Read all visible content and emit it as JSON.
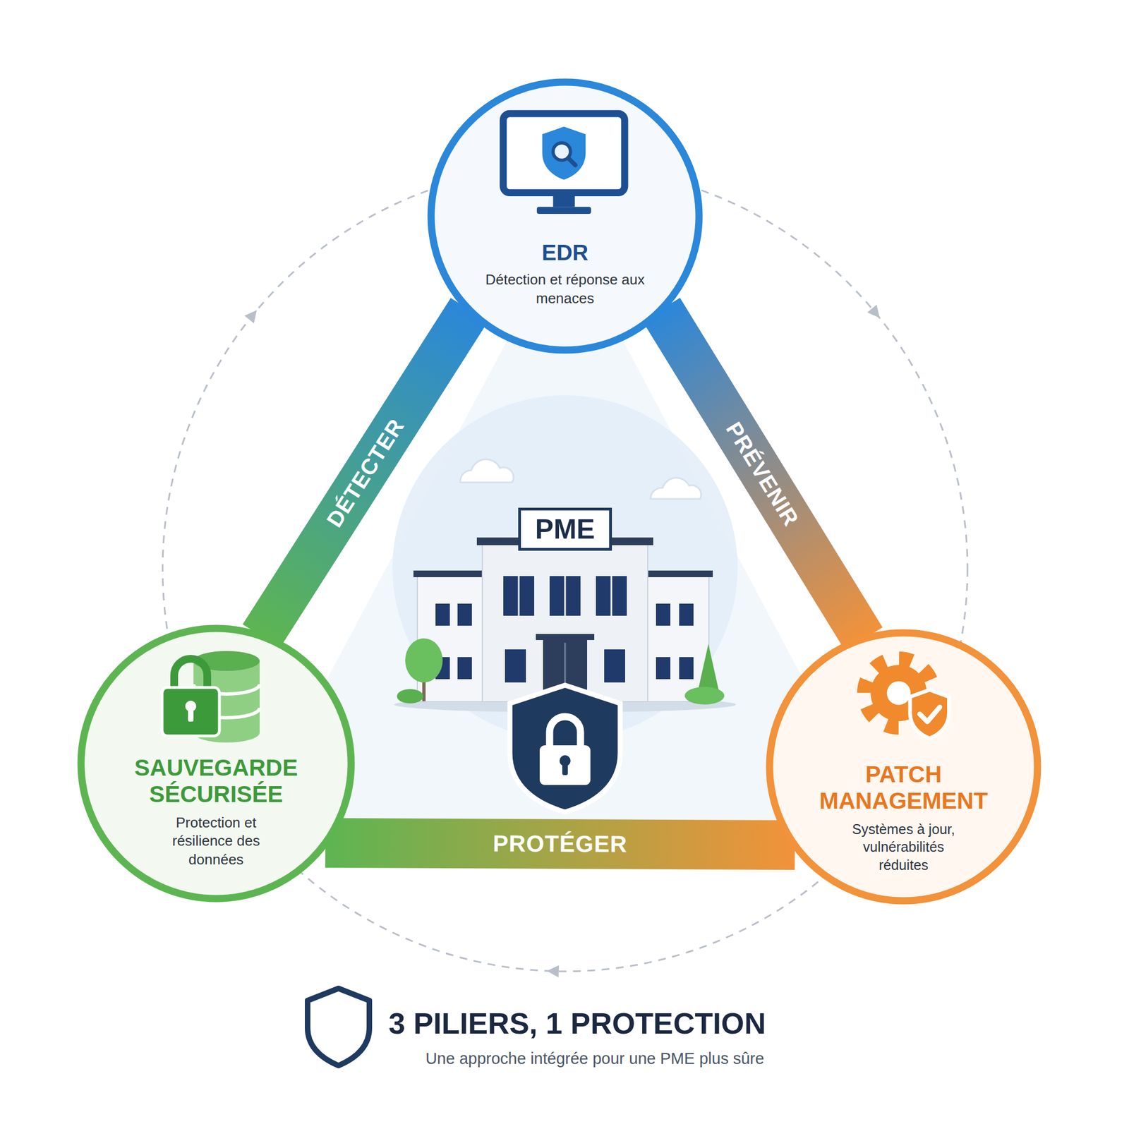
{
  "diagram": {
    "title": "3 PILIERS, 1 PROTECTION",
    "caption": "Une approche intégrée pour une PME plus sûre",
    "nodes": [
      {
        "text": [
          "EDR",
          "Détection et réponse aux menaces"
        ]
      },
      {
        "text": [
          "PME"
        ]
      },
      {
        "text": [
          "SAUVEGARDE SÉCURISÉE",
          "Protection et résilience des données"
        ]
      },
      {
        "text": [
          "PATCH MANAGEMENT",
          "Systèmes à jour, vulnérabilités réduites"
        ]
      }
    ],
    "edges": [
      {
        "from": 0,
        "to": 2,
        "arrow": "none",
        "label": "DÉTECTER"
      },
      {
        "from": 0,
        "to": 3,
        "arrow": "none",
        "label": "PRÉVENIR"
      },
      {
        "from": 2,
        "to": 3,
        "arrow": "none",
        "label": "PROTÉGER"
      }
    ]
  }
}
